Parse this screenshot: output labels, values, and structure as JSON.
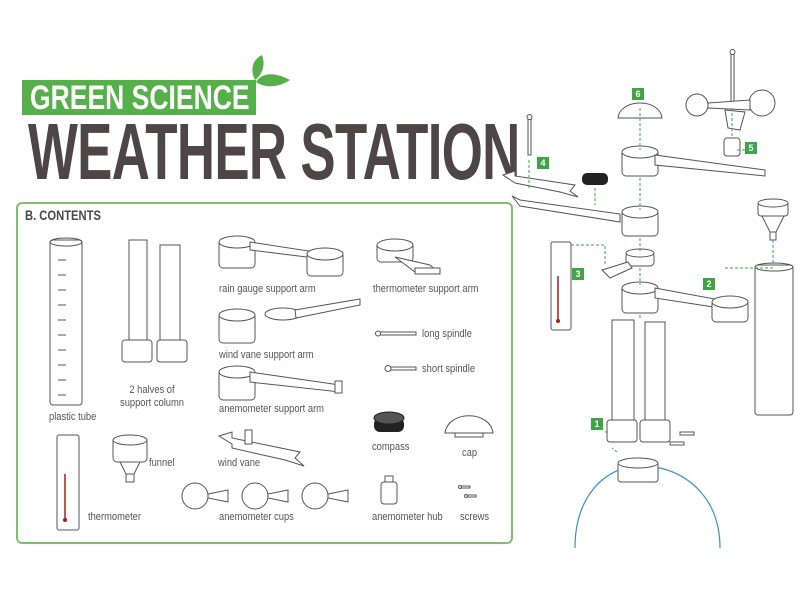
{
  "header": {
    "brand": "GREEN SCIENCE",
    "title": "WEATHER STATION"
  },
  "contents": {
    "title": "B. CONTENTS",
    "items": {
      "plastic_tube": "plastic tube",
      "support_column_1": "2 halves of",
      "support_column_2": "support column",
      "rain_gauge_arm": "rain gauge support arm",
      "thermometer_arm": "thermometer support arm",
      "wind_vane_arm": "wind vane support arm",
      "long_spindle": "long spindle",
      "short_spindle": "short spindle",
      "anemometer_arm": "anemometer support arm",
      "thermometer": "thermometer",
      "funnel": "funnel",
      "wind_vane": "wind vane",
      "compass": "compass",
      "cap": "cap",
      "anemometer_cups": "anemometer cups",
      "anemometer_hub": "anemometer hub",
      "screws": "screws"
    }
  },
  "assembly": {
    "steps": [
      "1",
      "2",
      "3",
      "4",
      "5",
      "6"
    ]
  },
  "colors": {
    "brand_green": "#56b04a",
    "title_gray": "#4d4546",
    "thermometer_red": "#b01c1c"
  }
}
